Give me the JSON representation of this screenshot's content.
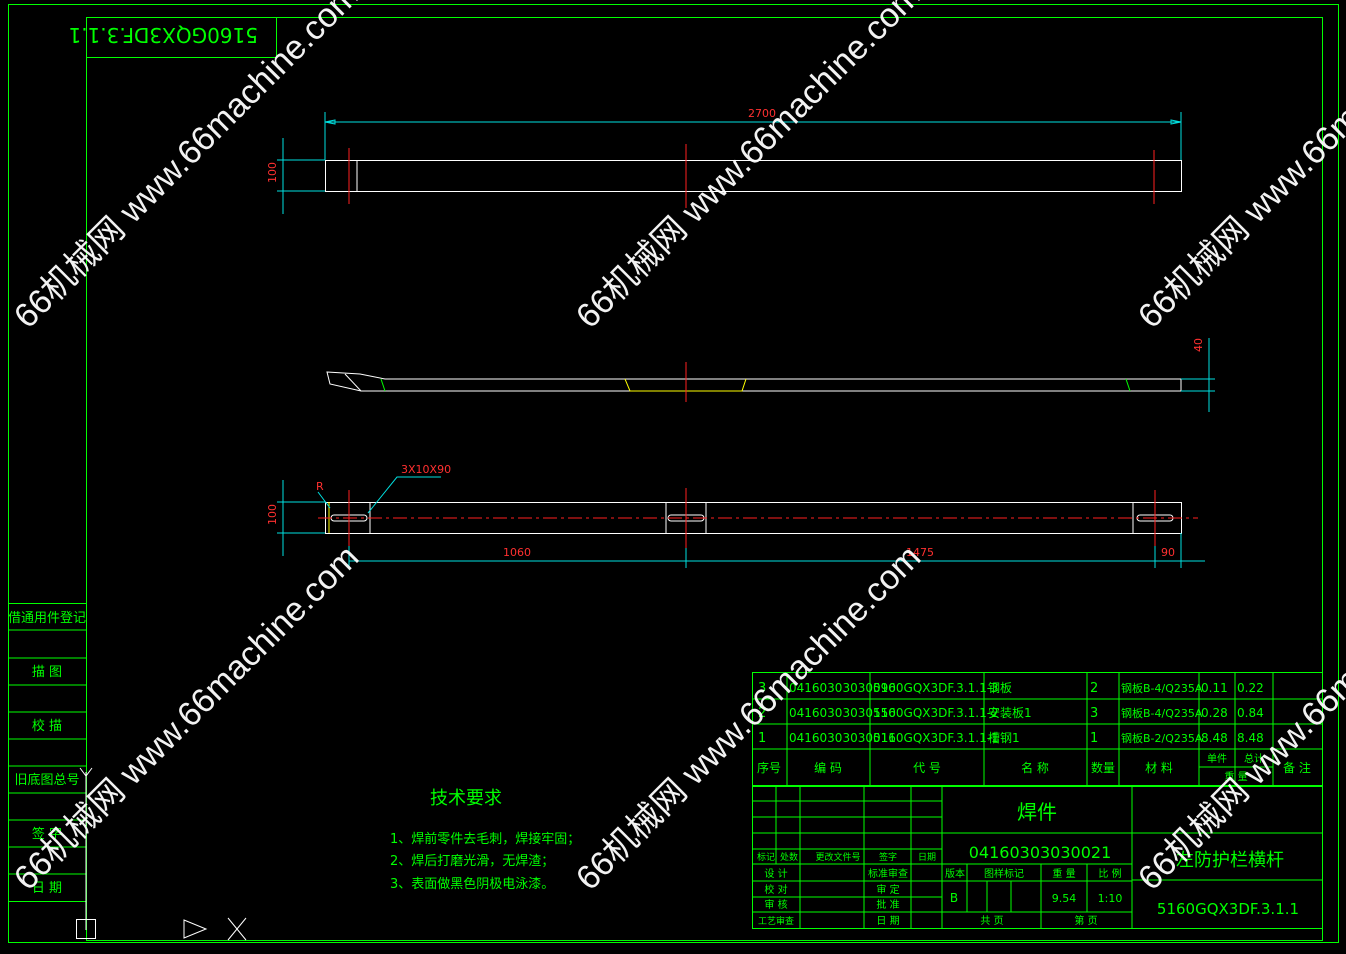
{
  "drawing": {
    "title_block_code_rotated": "5160GQX3DF.3.1.1",
    "dimensions": {
      "overall_length": "2700",
      "height_view1": "100",
      "height_view2": "40",
      "height_view3": "100",
      "slot_spec": "3X10X90",
      "radius_label": "R",
      "seg1": "1060",
      "seg2": "1475",
      "seg3": "90"
    },
    "tech_requirements": {
      "title": "技术要求",
      "items": [
        "1、焊前零件去毛刺，焊接牢固；",
        "2、焊后打磨光滑，无焊渣；",
        "3、表面做黑色阴极电泳漆。"
      ]
    },
    "side_panel": [
      "借通用件登记",
      "描 图",
      "校 描",
      "旧底图总号",
      "签 字",
      "日 期"
    ],
    "bom": {
      "rows": [
        {
          "no": "3",
          "code": "04160303030090",
          "drawing": "5160GQX3DF.3.1.1-3",
          "name": "钢板",
          "qty": "2",
          "material": "钢板B-4/Q235A",
          "unit": "0.11",
          "total": "0.22"
        },
        {
          "no": "2",
          "code": "04160303030150",
          "drawing": "5160GQX3DF.3.1.1-2",
          "name": "安装板1",
          "qty": "3",
          "material": "钢板B-4/Q235A",
          "unit": "0.28",
          "total": "0.84"
        },
        {
          "no": "1",
          "code": "04160303030011",
          "drawing": "5160GQX3DF.3.1.1-1",
          "name": "槽钢1",
          "qty": "1",
          "material": "钢板B-2/Q235A",
          "unit": "8.48",
          "total": "8.48"
        }
      ],
      "header": {
        "no": "序号",
        "code": "编 码",
        "drawing": "代 号",
        "name": "名 称",
        "qty": "数量",
        "material": "材 料",
        "unit": "单件",
        "total": "总计",
        "weight": "重 量",
        "remark": "备 注"
      }
    },
    "title_block": {
      "type": "焊件",
      "part_code": "04160303030021",
      "part_name": "左防护栏横杆",
      "drawing_no": "5160GQX3DF.3.1.1",
      "revision_labels": [
        "标记",
        "处数",
        "更改文件号",
        "签字",
        "日期"
      ],
      "left_labels": [
        "设 计",
        "校 对",
        "审 核",
        "工艺审查"
      ],
      "mid_labels": [
        "标准审查",
        "审 定",
        "批 准",
        "日 期"
      ],
      "stage_header": "版本",
      "mark_header": "图样标记",
      "weight_header": "重 量",
      "scale_header": "比 例",
      "stage": "B",
      "weight": "9.54",
      "scale": "1:10",
      "sheets_total": "共 页",
      "sheet_no": "第 页"
    },
    "watermark": "66机械网 www.66machine.com"
  }
}
